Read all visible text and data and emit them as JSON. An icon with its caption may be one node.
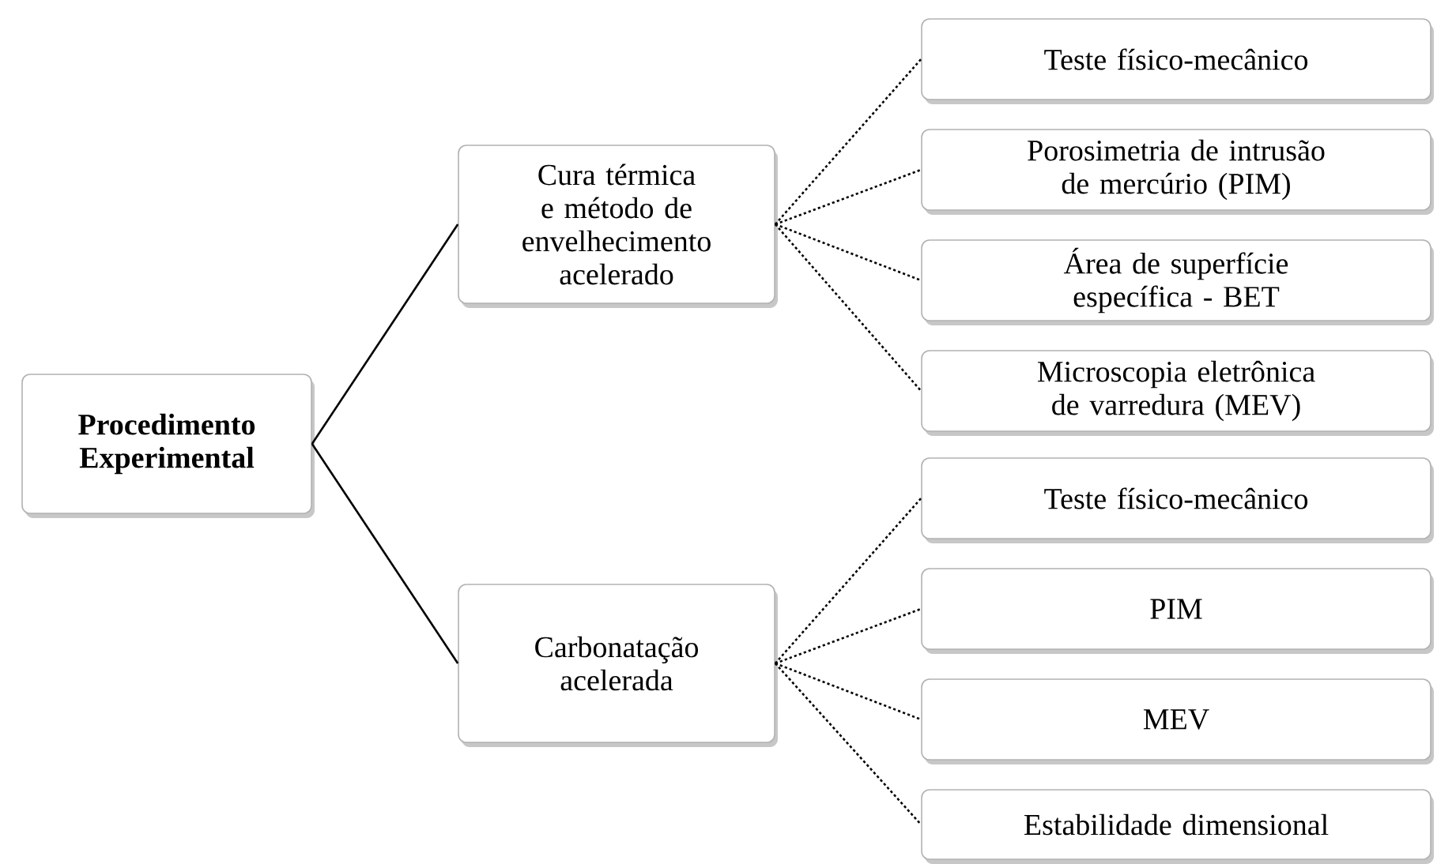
{
  "diagram": {
    "nodes": [
      {
        "text": [
          "Procedimento Experimental"
        ]
      },
      {
        "text": [
          "Cura térmica e método de envelhecimento acelerado"
        ]
      },
      {
        "text": [
          "Carbonatação acelerada"
        ]
      },
      {
        "text": [
          "Teste físico-mecânico"
        ]
      },
      {
        "text": [
          "Porosimetria de intrusão de mercúrio (PIM)"
        ]
      },
      {
        "text": [
          "Área de superfície específica - BET"
        ]
      },
      {
        "text": [
          "Microscopia eletrônica de varredura (MEV)"
        ]
      },
      {
        "text": [
          "Teste físico-mecânico"
        ]
      },
      {
        "text": [
          "PIM"
        ]
      },
      {
        "text": [
          "MEV"
        ]
      },
      {
        "text": [
          "Estabilidade dimensional"
        ]
      }
    ],
    "edges": [
      {
        "from": 0,
        "to": 1,
        "arrow": "none"
      },
      {
        "from": 0,
        "to": 2,
        "arrow": "none"
      },
      {
        "from": 1,
        "to": 3,
        "arrow": "none",
        "style": "dashed"
      },
      {
        "from": 1,
        "to": 4,
        "arrow": "none",
        "style": "dashed"
      },
      {
        "from": 1,
        "to": 5,
        "arrow": "none",
        "style": "dashed"
      },
      {
        "from": 1,
        "to": 6,
        "arrow": "none",
        "style": "dashed"
      },
      {
        "from": 2,
        "to": 7,
        "arrow": "none",
        "style": "dashed"
      },
      {
        "from": 2,
        "to": 8,
        "arrow": "none",
        "style": "dashed"
      },
      {
        "from": 2,
        "to": 9,
        "arrow": "none",
        "style": "dashed"
      },
      {
        "from": 2,
        "to": 10,
        "arrow": "none",
        "style": "dashed"
      }
    ]
  }
}
